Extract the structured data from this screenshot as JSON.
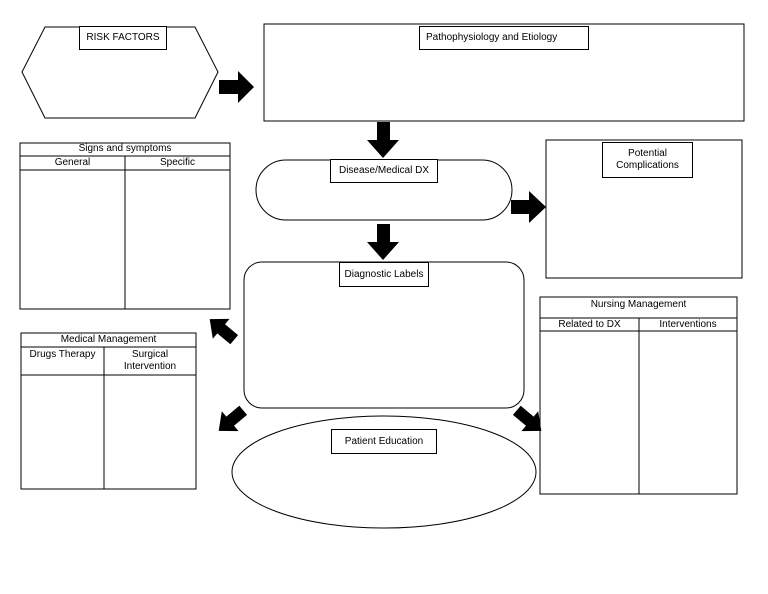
{
  "risk_factors": {
    "label": "RISK FACTORS"
  },
  "patho": {
    "label": "Pathophysiology and Etiology"
  },
  "signs": {
    "title": "Signs and symptoms",
    "col1": "General",
    "col2": "Specific"
  },
  "disease": {
    "label": "Disease/Medical DX"
  },
  "complications": {
    "line1": "Potential",
    "line2": "Complications"
  },
  "diagnostic": {
    "label": "Diagnostic Labels"
  },
  "medical": {
    "title": "Medical Management",
    "col1": "Drugs Therapy",
    "col2_line1": "Surgical",
    "col2_line2": "Intervention"
  },
  "nursing": {
    "title": "Nursing Management",
    "col1": "Related to DX",
    "col2": "Interventions"
  },
  "education": {
    "label": "Patient Education"
  }
}
